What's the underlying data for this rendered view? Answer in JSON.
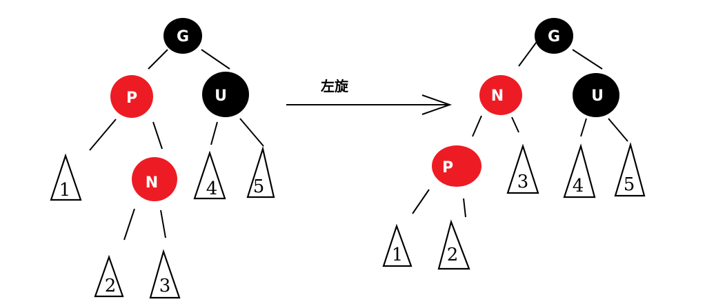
{
  "colors": {
    "red": "#ed1c24",
    "black": "#000000"
  },
  "operation": {
    "label": "左旋"
  },
  "before": {
    "nodes": {
      "g": "G",
      "p": "P",
      "u": "U",
      "n": "N"
    },
    "leaves": {
      "t1": "1",
      "t2": "2",
      "t3": "3",
      "t4": "4",
      "t5": "5"
    }
  },
  "after": {
    "nodes": {
      "g": "G",
      "n": "N",
      "u": "U",
      "p": "P"
    },
    "leaves": {
      "t1": "1",
      "t2": "2",
      "t3": "3",
      "t4": "4",
      "t5": "5"
    }
  }
}
